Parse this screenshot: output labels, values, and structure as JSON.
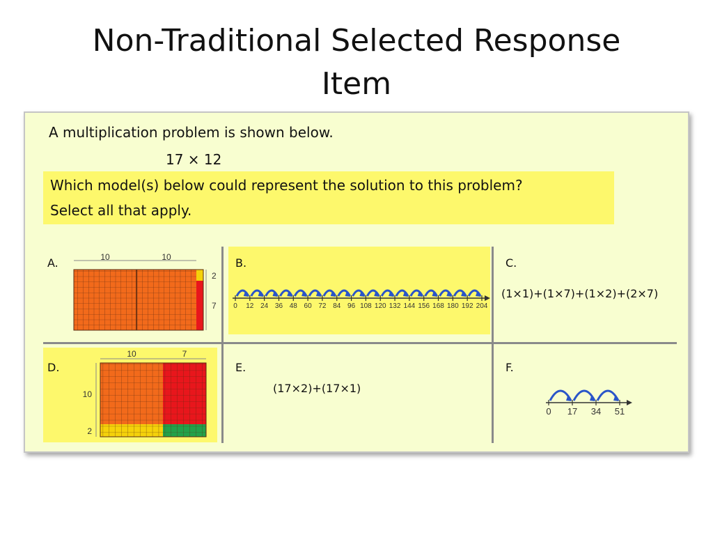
{
  "title_line1": "Non-Traditional Selected Response",
  "title_line2": "Item",
  "problem": {
    "intro": "A multiplication problem is shown below.",
    "expression": "17 × 12",
    "question": "Which model(s) below could represent the solution to this problem?",
    "instruction": "Select all that apply."
  },
  "options": {
    "a": {
      "label": "A.",
      "top_labels": [
        "10",
        "10"
      ],
      "side_labels": [
        "2",
        "7"
      ]
    },
    "b": {
      "label": "B.",
      "ticks": [
        "0",
        "12",
        "24",
        "36",
        "48",
        "60",
        "72",
        "84",
        "96",
        "108",
        "120",
        "132",
        "144",
        "156",
        "168",
        "180",
        "192",
        "204"
      ]
    },
    "c": {
      "label": "C.",
      "expression": "(1×1)+(1×7)+(1×2)+(2×7)"
    },
    "d": {
      "label": "D.",
      "top_labels": [
        "10",
        "7"
      ],
      "side_labels": [
        "10",
        "2"
      ]
    },
    "e": {
      "label": "E.",
      "expression": "(17×2)+(17×1)"
    },
    "f": {
      "label": "F.",
      "ticks": [
        "0",
        "17",
        "34",
        "51"
      ]
    }
  },
  "colors": {
    "highlight": "#fdf86c",
    "panel": "#f8fed0",
    "orange": "#f26a1b",
    "red": "#e8161c",
    "yellow_fill": "#f5d20a",
    "green": "#22a24a",
    "arc_blue": "#2a55c8"
  },
  "icons": [
    "arc-jump-icon",
    "arrowhead-icon"
  ]
}
